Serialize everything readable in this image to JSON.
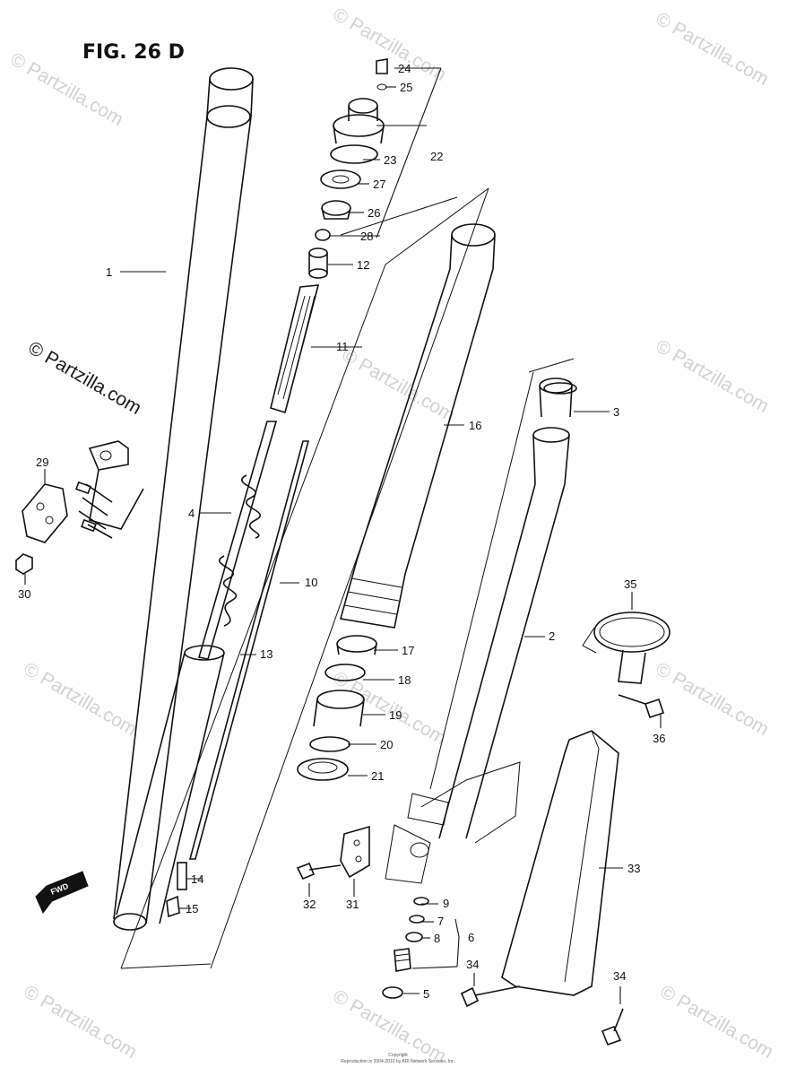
{
  "figure_title": "FIG. 26 D",
  "watermark_text": "© Partzilla.com",
  "fwd_label": "FWD",
  "copyright_lines": [
    "Copyright",
    "Reproduction in 2004-2010 by ARI Network Services, Inc."
  ],
  "callouts": [
    {
      "id": "1",
      "label": "1"
    },
    {
      "id": "2",
      "label": "2"
    },
    {
      "id": "3",
      "label": "3"
    },
    {
      "id": "4",
      "label": "4"
    },
    {
      "id": "5",
      "label": "5"
    },
    {
      "id": "6",
      "label": "6"
    },
    {
      "id": "7",
      "label": "7"
    },
    {
      "id": "8",
      "label": "8"
    },
    {
      "id": "9",
      "label": "9"
    },
    {
      "id": "10",
      "label": "10"
    },
    {
      "id": "11",
      "label": "11"
    },
    {
      "id": "12",
      "label": "12"
    },
    {
      "id": "13",
      "label": "13"
    },
    {
      "id": "14",
      "label": "14"
    },
    {
      "id": "15",
      "label": "15"
    },
    {
      "id": "16",
      "label": "16"
    },
    {
      "id": "17",
      "label": "17"
    },
    {
      "id": "18",
      "label": "18"
    },
    {
      "id": "19",
      "label": "19"
    },
    {
      "id": "20",
      "label": "20"
    },
    {
      "id": "21",
      "label": "21"
    },
    {
      "id": "22",
      "label": "22"
    },
    {
      "id": "23",
      "label": "23"
    },
    {
      "id": "24",
      "label": "24"
    },
    {
      "id": "25",
      "label": "25"
    },
    {
      "id": "26",
      "label": "26"
    },
    {
      "id": "27",
      "label": "27"
    },
    {
      "id": "28",
      "label": "28"
    },
    {
      "id": "29",
      "label": "29"
    },
    {
      "id": "30",
      "label": "30"
    },
    {
      "id": "31",
      "label": "31"
    },
    {
      "id": "32",
      "label": "32"
    },
    {
      "id": "33",
      "label": "33"
    },
    {
      "id": "34a",
      "label": "34"
    },
    {
      "id": "34b",
      "label": "34"
    },
    {
      "id": "35",
      "label": "35"
    },
    {
      "id": "36",
      "label": "36"
    }
  ]
}
